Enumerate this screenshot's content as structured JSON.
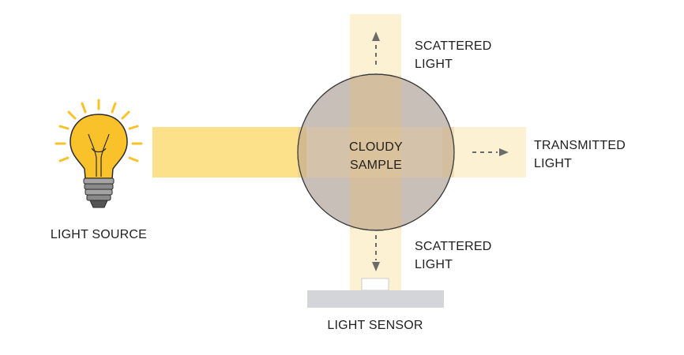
{
  "labels": {
    "light_source": "LIGHT SOURCE",
    "sample_line1": "CLOUDY",
    "sample_line2": "SAMPLE",
    "scattered_top_line1": "SCATTERED",
    "scattered_top_line2": "LIGHT",
    "scattered_bottom_line1": "SCATTERED",
    "scattered_bottom_line2": "LIGHT",
    "transmitted_line1": "TRANSMITTED",
    "transmitted_line2": "LIGHT",
    "light_sensor": "LIGHT SENSOR"
  },
  "colors": {
    "incident_beam": "#fde08a",
    "faint_beam": "#fdf1d3",
    "sample_fill": "#9a8a7e",
    "sample_stroke": "#3a3a3a",
    "bulb_glass": "#f9c12a",
    "bulb_rays": "#f9c12a",
    "bulb_base": "#8a8a8a",
    "arrow": "#6b6b6b",
    "sensor_plate": "#d3d5d9",
    "text": "#1f1f1f"
  },
  "icons": {
    "source": "light-bulb-icon",
    "sensor": "light-sensor-icon"
  }
}
